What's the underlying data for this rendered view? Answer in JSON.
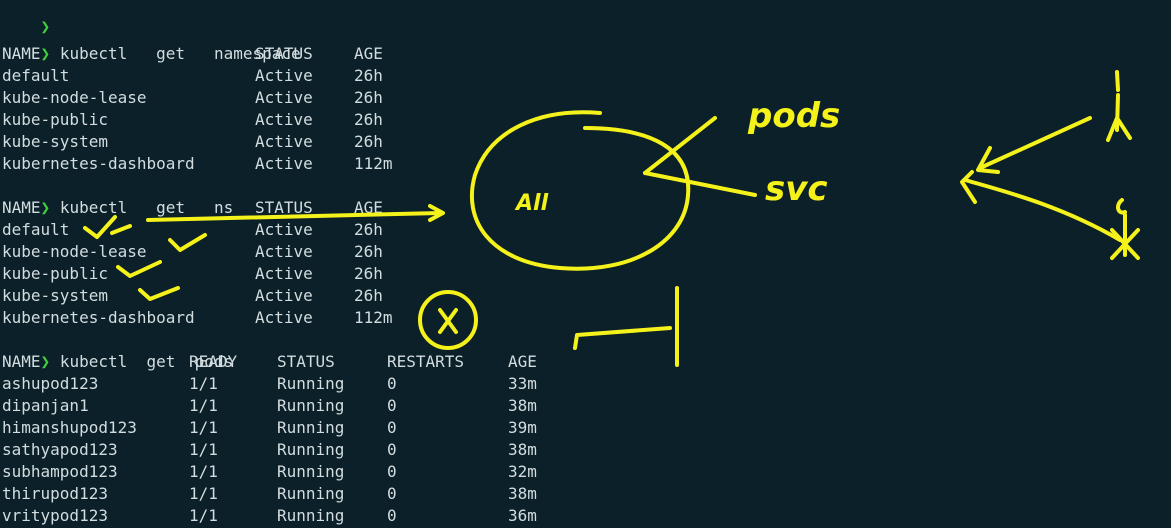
{
  "terminal": {
    "prompt_symbol": "❯",
    "commands": [
      "kubectl   get   namespace",
      "kubectl   get   ns",
      "kubectl  get  pods"
    ],
    "ns_headers": [
      "NAME",
      "STATUS",
      "AGE"
    ],
    "namespaces_1": [
      [
        "default",
        "Active",
        "26h"
      ],
      [
        "kube-node-lease",
        "Active",
        "26h"
      ],
      [
        "kube-public",
        "Active",
        "26h"
      ],
      [
        "kube-system",
        "Active",
        "26h"
      ],
      [
        "kubernetes-dashboard",
        "Active",
        "112m"
      ]
    ],
    "namespaces_2": [
      [
        "default",
        "Active",
        "26h"
      ],
      [
        "kube-node-lease",
        "Active",
        "26h"
      ],
      [
        "kube-public",
        "Active",
        "26h"
      ],
      [
        "kube-system",
        "Active",
        "26h"
      ],
      [
        "kubernetes-dashboard",
        "Active",
        "112m"
      ]
    ],
    "pod_headers": [
      "NAME",
      "READY",
      "STATUS",
      "RESTARTS",
      "AGE"
    ],
    "pods": [
      [
        "ashupod123",
        "1/1",
        "Running",
        "0",
        "33m"
      ],
      [
        "dipanjan1",
        "1/1",
        "Running",
        "0",
        "38m"
      ],
      [
        "himanshupod123",
        "1/1",
        "Running",
        "0",
        "39m"
      ],
      [
        "sathyapod123",
        "1/1",
        "Running",
        "0",
        "38m"
      ],
      [
        "subhampod123",
        "1/1",
        "Running",
        "0",
        "32m"
      ],
      [
        "thirupod123",
        "1/1",
        "Running",
        "0",
        "38m"
      ],
      [
        "vritypod123",
        "1/1",
        "Running",
        "0",
        "36m"
      ]
    ]
  },
  "annotations": {
    "color": "#f4f21a",
    "circle_label": "All",
    "pods_label": "pods",
    "svc_label": "svc",
    "x_label": "X"
  }
}
